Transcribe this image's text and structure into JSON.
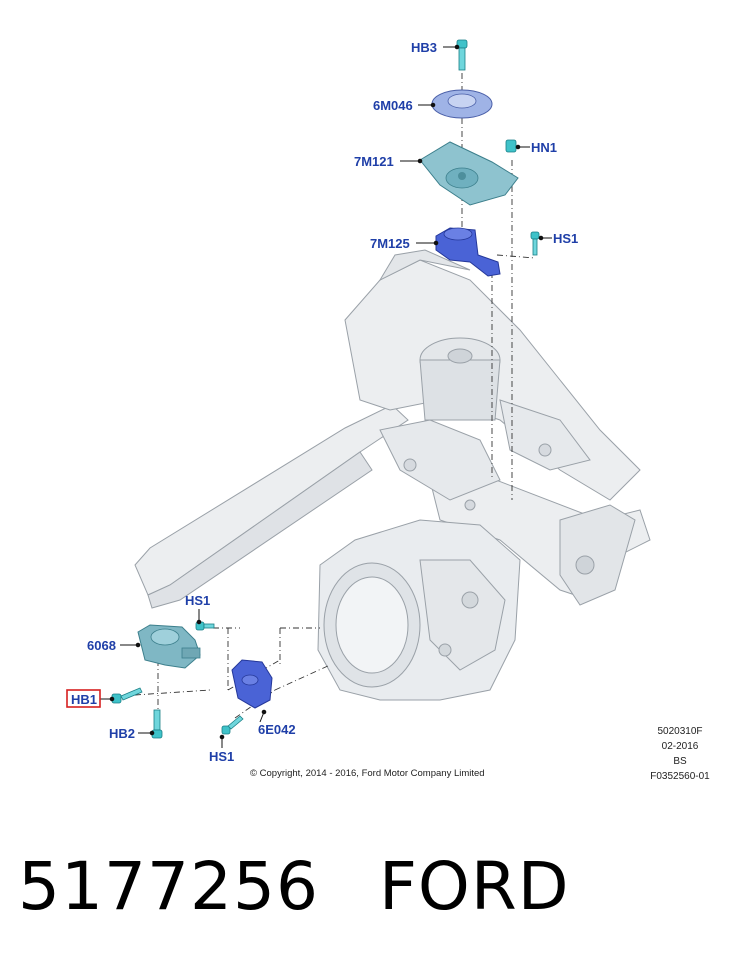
{
  "callouts": {
    "hb3": "HB3",
    "m6046": "6M046",
    "m7121": "7M121",
    "hn1": "HN1",
    "m7125": "7M125",
    "hs1_top": "HS1",
    "hs1_left": "HS1",
    "p6068": "6068",
    "hb1": "HB1",
    "hb2": "HB2",
    "e6042": "6E042",
    "hs1_bottom": "HS1"
  },
  "meta": {
    "code": "5020310F",
    "date": "02-2016",
    "region": "BS",
    "figure": "F0352560-01"
  },
  "copyright": "© Copyright, 2014 - 2016, Ford Motor Company Limited",
  "caption": {
    "part_number": "5177256",
    "brand": "FORD"
  },
  "colors": {
    "callout_text": "#1f3fa8",
    "highlight_box": "#d62020",
    "mount_blue": "#4a63d6",
    "bracket_teal": "#7fb7c4",
    "fastener_cyan": "#3fc2c9",
    "body_grey": "#e9ecef"
  }
}
